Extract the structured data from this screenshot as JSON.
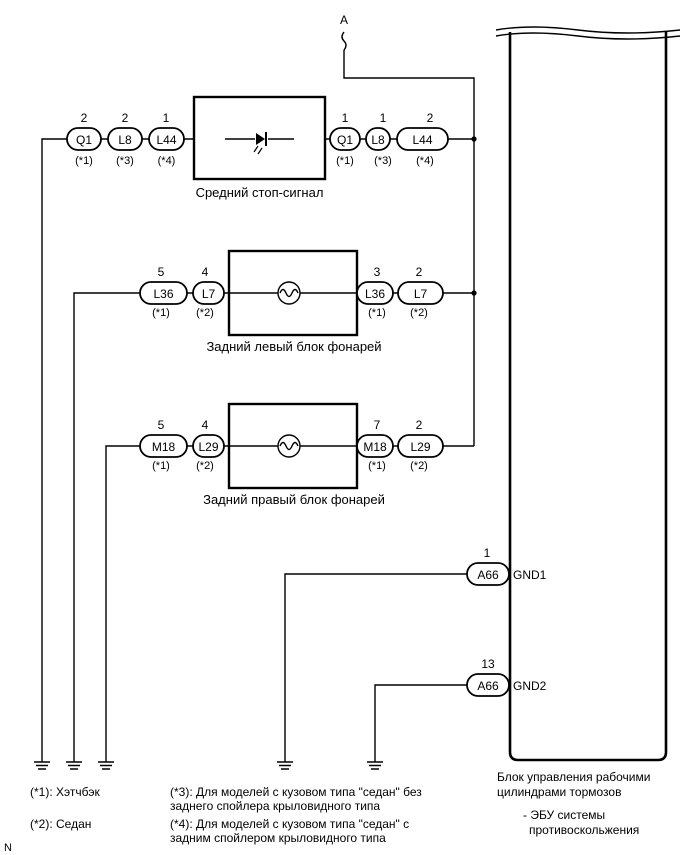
{
  "diagram": {
    "signal_a": "A",
    "components": {
      "stop": {
        "name": "Средний стоп-сигнал"
      },
      "left": {
        "name": "Задний левый блок фонарей"
      },
      "right": {
        "name": "Задний правый блок фонарей"
      }
    },
    "connectors": {
      "stop_q1_l": {
        "pin": "2",
        "id": "Q1",
        "note": "(*1)"
      },
      "stop_l8_l": {
        "pin": "2",
        "id": "L8",
        "note": "(*3)"
      },
      "stop_l44_l": {
        "pin": "1",
        "id": "L44",
        "note": "(*4)"
      },
      "stop_q1_r": {
        "pin": "1",
        "id": "Q1",
        "note": "(*1)"
      },
      "stop_l8_r": {
        "pin": "1",
        "id": "L8",
        "note": "(*3)"
      },
      "stop_l44_r": {
        "pin": "2",
        "id": "L44",
        "note": "(*4)"
      },
      "left_l36_l": {
        "pin": "5",
        "id": "L36",
        "note": "(*1)"
      },
      "left_l7_l": {
        "pin": "4",
        "id": "L7",
        "note": "(*2)"
      },
      "left_l36_r": {
        "pin": "3",
        "id": "L36",
        "note": "(*1)"
      },
      "left_l7_r": {
        "pin": "2",
        "id": "L7",
        "note": "(*2)"
      },
      "right_m18_l": {
        "pin": "5",
        "id": "M18",
        "note": "(*1)"
      },
      "right_l29_l": {
        "pin": "4",
        "id": "L29",
        "note": "(*2)"
      },
      "right_m18_r": {
        "pin": "7",
        "id": "M18",
        "note": "(*1)"
      },
      "right_l29_r": {
        "pin": "2",
        "id": "L29",
        "note": "(*2)"
      },
      "gnd1": {
        "pin": "1",
        "id": "A66",
        "signal": "GND1"
      },
      "gnd2": {
        "pin": "13",
        "id": "A66",
        "signal": "GND2"
      }
    },
    "ecu": {
      "name_line1": "Блок управления рабочими",
      "name_line2": "цилиндрами тормозов",
      "sub_line1": "- ЭБУ системы",
      "sub_line2": "противоскольжения"
    },
    "notes": {
      "n1": "(*1): Хэтчбэк",
      "n2": "(*2): Седан",
      "n3_line1": "(*3): Для моделей с кузовом типа \"седан\" без",
      "n3_line2": "заднего спойлера крыловидного типа",
      "n4_line1": "(*4): Для моделей с кузовом типа \"седан\" с",
      "n4_line2": "задним спойлером крыловидного типа"
    },
    "corner_mark": "N"
  }
}
